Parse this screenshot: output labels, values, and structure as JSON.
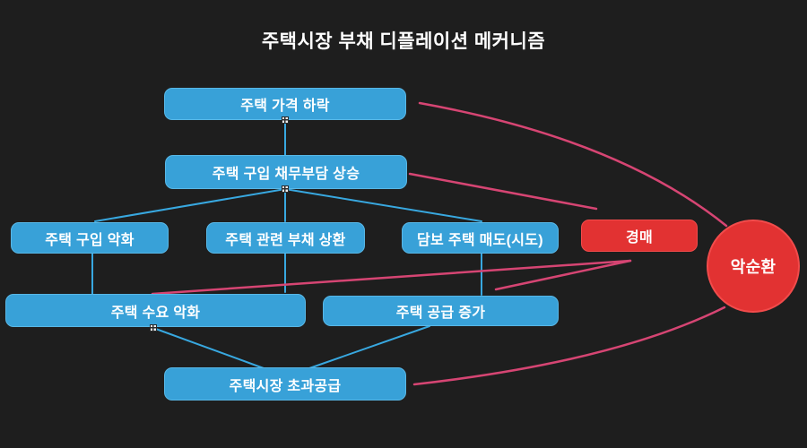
{
  "title": "주택시장 부채 디플레이션 메커니즘",
  "colors": {
    "background": "#1e1e1e",
    "node_blue_fill": "#38a1d8",
    "node_blue_border": "#58b7e6",
    "node_red_fill": "#e23232",
    "node_red_border": "#f24b4b",
    "wire_blue": "#38a8e0",
    "wire_pink": "#d64573",
    "text": "#ffffff"
  },
  "nodes": {
    "price_drop": {
      "label": "주택 가격 하락"
    },
    "debt_burden": {
      "label": "주택 구입 채무부담 상승"
    },
    "purchase_worse": {
      "label": "주택 구입 악화"
    },
    "debt_repay": {
      "label": "주택 관련 부채 상환"
    },
    "collateral_sale": {
      "label": "담보 주택 매도(시도)"
    },
    "auction": {
      "label": "경매"
    },
    "demand_worse": {
      "label": "주택 수요 악화"
    },
    "supply_increase": {
      "label": "주택 공급 증가"
    },
    "oversupply": {
      "label": "주택시장 초과공급"
    },
    "vicious_cycle": {
      "label": "악순환"
    }
  }
}
